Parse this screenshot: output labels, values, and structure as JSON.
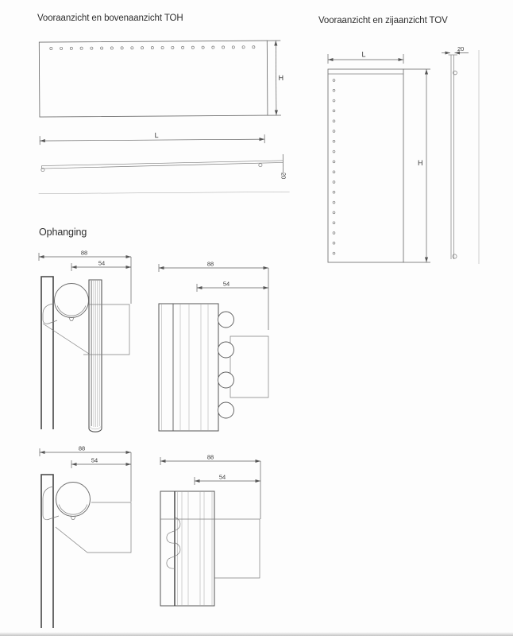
{
  "toh": {
    "title": "Vooraanzicht en bovenaanzicht TOH",
    "labels": {
      "height": "H",
      "length": "L",
      "depth": "20"
    }
  },
  "tov": {
    "title": "Vooraanzicht en zijaanzicht TOV",
    "labels": {
      "length": "L",
      "height": "H",
      "depth": "20"
    }
  },
  "ophanging": {
    "title": "Ophanging",
    "details": [
      {
        "outer": "88",
        "inner": "54"
      },
      {
        "outer": "88",
        "inner": "54"
      },
      {
        "outer": "88",
        "inner": "54"
      },
      {
        "outer": "88",
        "inner": "54"
      }
    ]
  },
  "colors": {
    "line": "#6e6e6e",
    "dark_line": "#454545",
    "text": "#3a3a3a"
  }
}
